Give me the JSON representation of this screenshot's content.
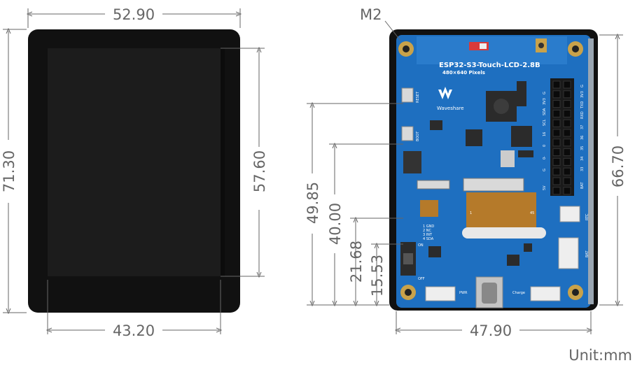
{
  "front": {
    "width_top": "52.90",
    "width_bottom": "43.20",
    "height_left": "71.30",
    "height_right": "57.60"
  },
  "back": {
    "label_m2": "M2",
    "width_bottom": "47.90",
    "height_right": "66.70",
    "heights": [
      "49.85",
      "40.00",
      "21.68",
      "15.53"
    ],
    "board_title": "ESP32-S3-Touch-LCD-2.8B",
    "board_subtitle": "480×640 Pixels",
    "brand": "Waveshare",
    "button_reset": "RESET",
    "button_boot": "BOOT",
    "switch_on": "ON",
    "switch_off": "OFF",
    "pin_labels_left": [
      "G",
      "3V3",
      "SDA",
      "SCL",
      "16",
      "0",
      "0-",
      "G",
      "5V"
    ],
    "pin_labels_right": [
      "G",
      "3V3",
      "TXD",
      "RXD",
      "37",
      "36",
      "35",
      "34",
      "33",
      "BAT"
    ],
    "i2c_pins": [
      "1 GND",
      "2 NC",
      "3 INT",
      "4 SDA"
    ],
    "rtc_label": "RTC",
    "bat_label": "BAT",
    "pwr_label": "PWR",
    "charge_label": "Charge",
    "fpc_left": "1",
    "fpc_right": "45"
  },
  "unit": "Unit:mm",
  "colors": {
    "dimension": "#666666",
    "pcb": "#1e6fc0",
    "bezel": "#111111",
    "screen": "#1a1a1a"
  }
}
